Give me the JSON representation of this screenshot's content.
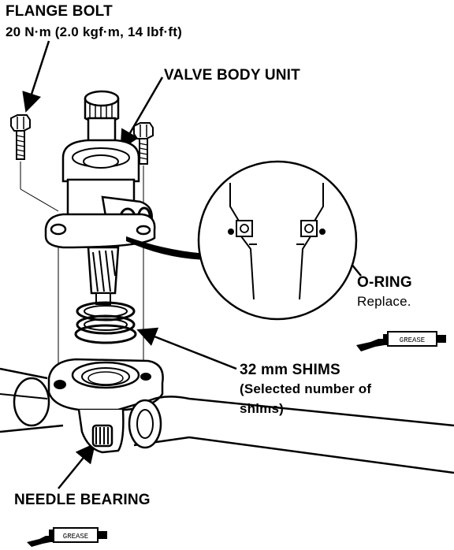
{
  "labels": {
    "flange_bolt_title": "FLANGE BOLT",
    "flange_bolt_torque": "20 N·m (2.0 kgf·m, 14 lbf·ft)",
    "valve_body_unit": "VALVE BODY UNIT",
    "o_ring": "O-RING",
    "o_ring_note": "Replace.",
    "shims_title": "32 mm SHIMS",
    "shims_note_1": "(Selected number of",
    "shims_note_2": "shims)",
    "needle_bearing": "NEEDLE BEARING"
  },
  "grease_symbols": [
    {
      "text": "GREASE"
    },
    {
      "text": "GREASE"
    }
  ],
  "colors": {
    "ink": "#000000",
    "paper": "#ffffff"
  }
}
